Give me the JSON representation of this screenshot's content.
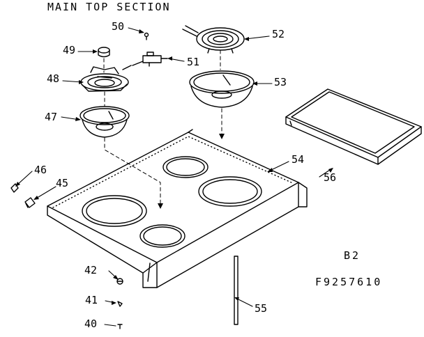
{
  "title": "MAIN TOP SECTION",
  "section_code": "B2",
  "figure_number": "F9257610",
  "callouts": [
    {
      "id": "c40",
      "text": "40"
    },
    {
      "id": "c41",
      "text": "41"
    },
    {
      "id": "c42",
      "text": "42"
    },
    {
      "id": "c45",
      "text": "45"
    },
    {
      "id": "c46",
      "text": "46"
    },
    {
      "id": "c47",
      "text": "47"
    },
    {
      "id": "c48",
      "text": "48"
    },
    {
      "id": "c49",
      "text": "49"
    },
    {
      "id": "c50",
      "text": "50"
    },
    {
      "id": "c51",
      "text": "51"
    },
    {
      "id": "c52",
      "text": "52"
    },
    {
      "id": "c53",
      "text": "53"
    },
    {
      "id": "c54",
      "text": "54"
    },
    {
      "id": "c55",
      "text": "55"
    },
    {
      "id": "c56",
      "text": "56"
    }
  ],
  "ink_color": "#000000",
  "background_color": "#ffffff"
}
